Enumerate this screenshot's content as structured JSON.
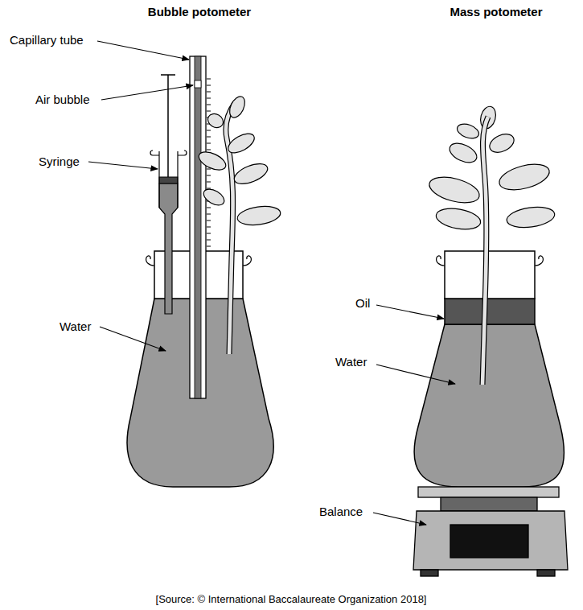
{
  "diagram": {
    "caption": "[Source: © International Baccalaureate Organization 2018]",
    "labels": [
      "Bubble potometer",
      "Mass potometer",
      "Capillary tube",
      "Air bubble",
      "Syringe",
      "Water",
      "Oil",
      "Water",
      "Balance"
    ]
  }
}
